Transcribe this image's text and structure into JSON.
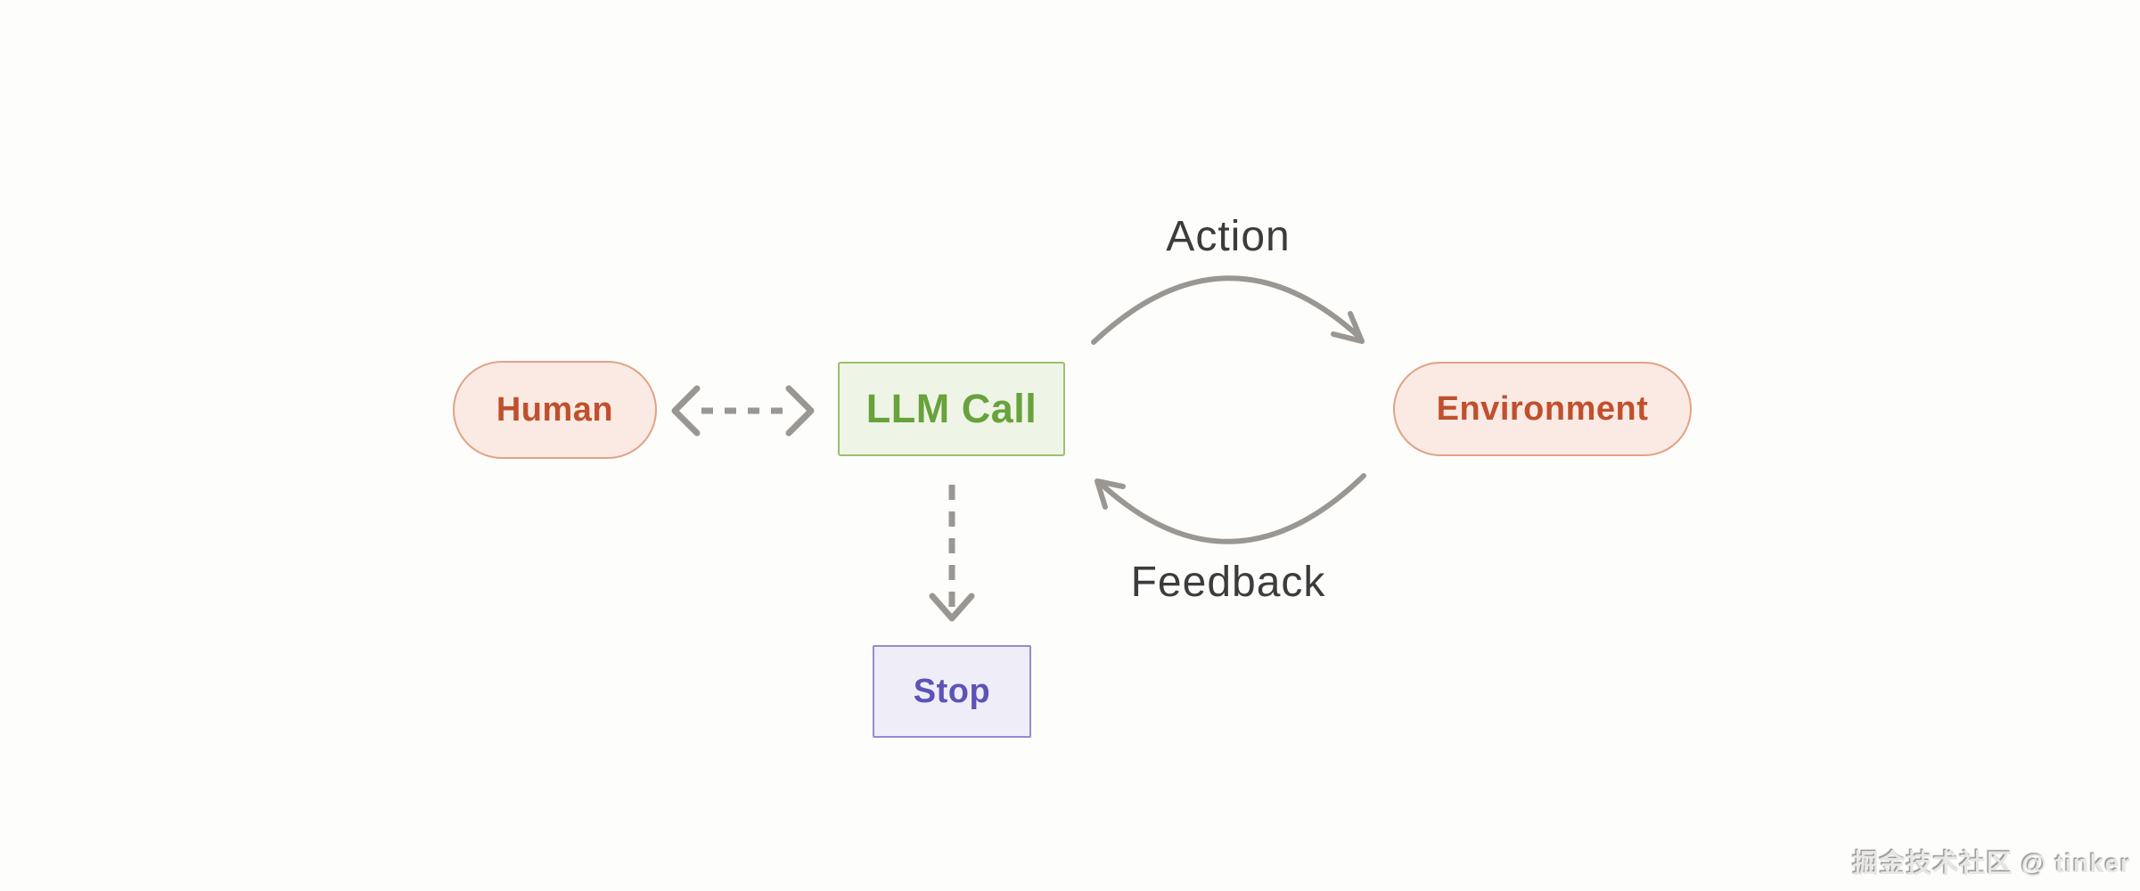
{
  "diagram": {
    "nodes": {
      "human": {
        "label": "Human",
        "shape": "pill",
        "bg": "#fbeae3",
        "border": "#e2a285",
        "text_color": "#c0502d"
      },
      "llm_call": {
        "label": "LLM Call",
        "shape": "rect",
        "bg": "#eff5e6",
        "border": "#9cc06e",
        "text_color": "#68a23c"
      },
      "environment": {
        "label": "Environment",
        "shape": "pill",
        "bg": "#fbeae3",
        "border": "#e2a285",
        "text_color": "#c0502d"
      },
      "stop": {
        "label": "Stop",
        "shape": "rect",
        "bg": "#efeef8",
        "border": "#928cd2",
        "text_color": "#5b54b6"
      }
    },
    "edges": {
      "human_llm": {
        "label": "",
        "from": "human",
        "to": "llm_call",
        "style": "dashed-double-headed-arrow"
      },
      "action": {
        "label": "Action",
        "from": "llm_call",
        "to": "environment",
        "style": "curved-solid-arrow"
      },
      "feedback": {
        "label": "Feedback",
        "from": "environment",
        "to": "llm_call",
        "style": "curved-solid-arrow"
      },
      "llm_stop": {
        "label": "",
        "from": "llm_call",
        "to": "stop",
        "style": "dashed-arrow"
      }
    },
    "arrow_color": "#9a9793",
    "edge_label_color": "#3c3c3c"
  },
  "watermark": {
    "text": "掘金技术社区 @ tinker"
  }
}
